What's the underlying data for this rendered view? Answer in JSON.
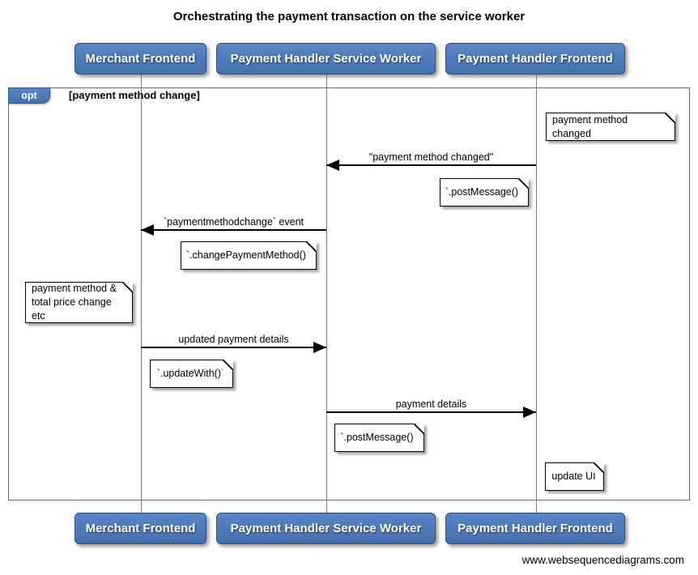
{
  "title": "Orchestrating the payment transaction on the service worker",
  "actors": [
    {
      "label": "Merchant Frontend"
    },
    {
      "label": "Payment Handler Service Worker"
    },
    {
      "label": "Payment Handler Frontend"
    }
  ],
  "fragment": {
    "operator": "opt",
    "condition": "[payment method change]"
  },
  "messages": [
    {
      "label": "\"payment method changed\"",
      "from": "Payment Handler Frontend",
      "to": "Payment Handler Service Worker",
      "direction": "left"
    },
    {
      "label": "`paymentmethodchange` event",
      "from": "Payment Handler Service Worker",
      "to": "Merchant Frontend",
      "direction": "left"
    },
    {
      "label": "updated payment details",
      "from": "Merchant Frontend",
      "to": "Payment Handler Service Worker",
      "direction": "right"
    },
    {
      "label": "payment details",
      "from": "Payment Handler Service Worker",
      "to": "Payment Handler Frontend",
      "direction": "right"
    }
  ],
  "notes": [
    {
      "text": "payment method changed"
    },
    {
      "text": "`.postMessage()`"
    },
    {
      "text": "`.changePaymentMethod()`"
    },
    {
      "text": "payment method &\ntotal price change etc"
    },
    {
      "text": "`.updateWith()`"
    },
    {
      "text": "`.postMessage()`"
    },
    {
      "text": "update UI"
    }
  ],
  "footer": "www.websequencediagrams.com",
  "colors": {
    "actor_fill": "#4a76ba",
    "actor_border": "#2c4c85",
    "actor_text": "#ffffff",
    "fragment_border": "#6b6b6b",
    "lifeline": "#7f7f7f",
    "message_line": "#000000",
    "note_fill": "#ffffff",
    "note_border": "#000000"
  }
}
